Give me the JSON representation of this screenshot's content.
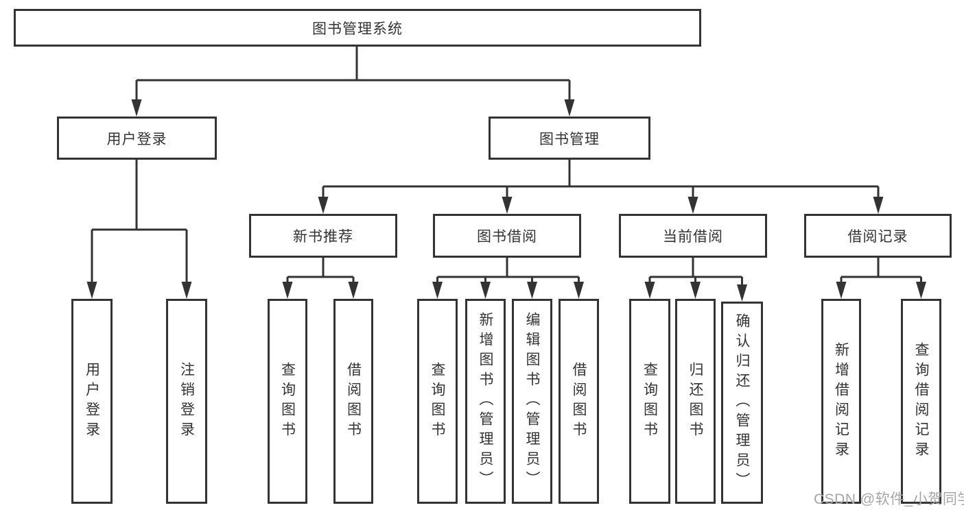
{
  "diagram": {
    "root": {
      "label": "图书管理系统"
    },
    "branches": [
      {
        "label": "用户登录",
        "children": [
          {
            "label": "用户登录"
          },
          {
            "label": "注销登录"
          }
        ]
      },
      {
        "label": "图书管理",
        "children": [
          {
            "label": "新书推荐",
            "children": [
              {
                "label": "查询图书"
              },
              {
                "label": "借阅图书"
              }
            ]
          },
          {
            "label": "图书借阅",
            "children": [
              {
                "label": "查询图书"
              },
              {
                "label": "新增图书（管理员）"
              },
              {
                "label": "编辑图书（管理员）"
              },
              {
                "label": "借阅图书"
              }
            ]
          },
          {
            "label": "当前借阅",
            "children": [
              {
                "label": "查询图书"
              },
              {
                "label": "归还图书"
              },
              {
                "label": "确认归还（管理员）"
              }
            ]
          },
          {
            "label": "借阅记录",
            "children": [
              {
                "label": "新增借阅记录"
              },
              {
                "label": "查询借阅记录"
              }
            ]
          }
        ]
      }
    ]
  },
  "watermark": {
    "text": "CSDN @软件_小贺同学"
  },
  "colors": {
    "line": "#333333",
    "box_border": "#333333",
    "text": "#333333",
    "watermark": "#a6a6a6",
    "background": "#ffffff"
  }
}
